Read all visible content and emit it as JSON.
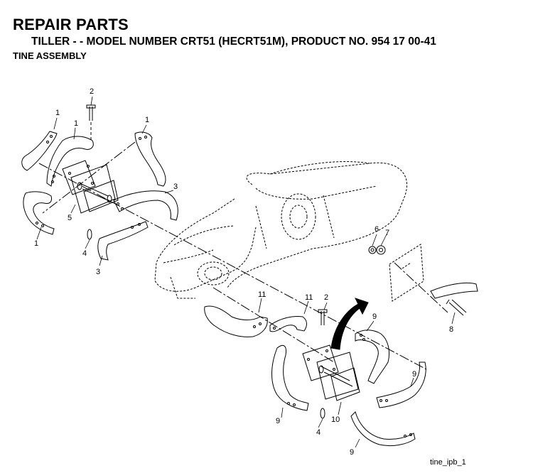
{
  "header": {
    "title": "REPAIR PARTS",
    "subtitle": "TILLER - - MODEL NUMBER CRT51 (HECRT51M), PRODUCT NO. 954 17 00-41",
    "section": "TINE ASSEMBLY"
  },
  "diagram": {
    "callouts": [
      "1",
      "1",
      "1",
      "1",
      "2",
      "3",
      "3",
      "4",
      "5",
      "6",
      "7",
      "8",
      "11",
      "11",
      "2",
      "9",
      "9",
      "9",
      "9",
      "4",
      "10"
    ],
    "filename": "tine_ipb_1"
  }
}
